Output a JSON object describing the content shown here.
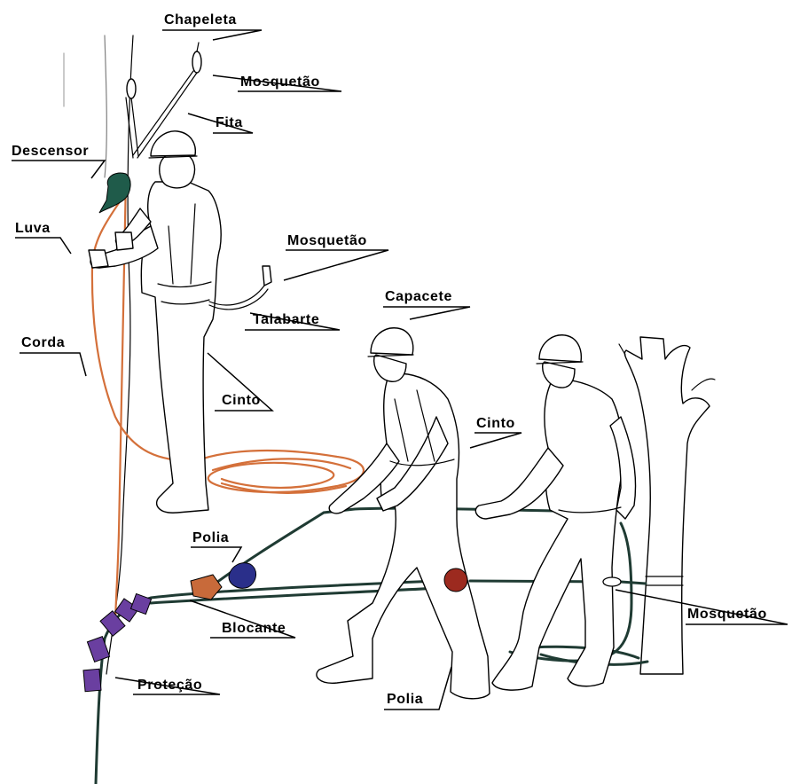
{
  "labels": {
    "chapeleta": "Chapeleta",
    "mosquetao_top": "Mosquetão",
    "fita": "Fita",
    "descensor": "Descensor",
    "luva": "Luva",
    "mosquetao_mid": "Mosquetão",
    "talabarte": "Talabarte",
    "corda": "Corda",
    "capacete": "Capacete",
    "cinto_left": "Cinto",
    "cinto_right": "Cinto",
    "polia_top": "Polia",
    "blocante": "Blocante",
    "mosquetao_right": "Mosquetão",
    "protecao": "Proteção",
    "polia_bottom": "Polia"
  },
  "colors": {
    "rope_orange": "#d4703a",
    "rope_dark": "#1f3b33",
    "descensor": "#1f5b4a",
    "protection": "#6a3fa0",
    "pulley_blue": "#2a2f8a",
    "pulley_red": "#9c2a1f",
    "blocante": "#c86a3a"
  }
}
